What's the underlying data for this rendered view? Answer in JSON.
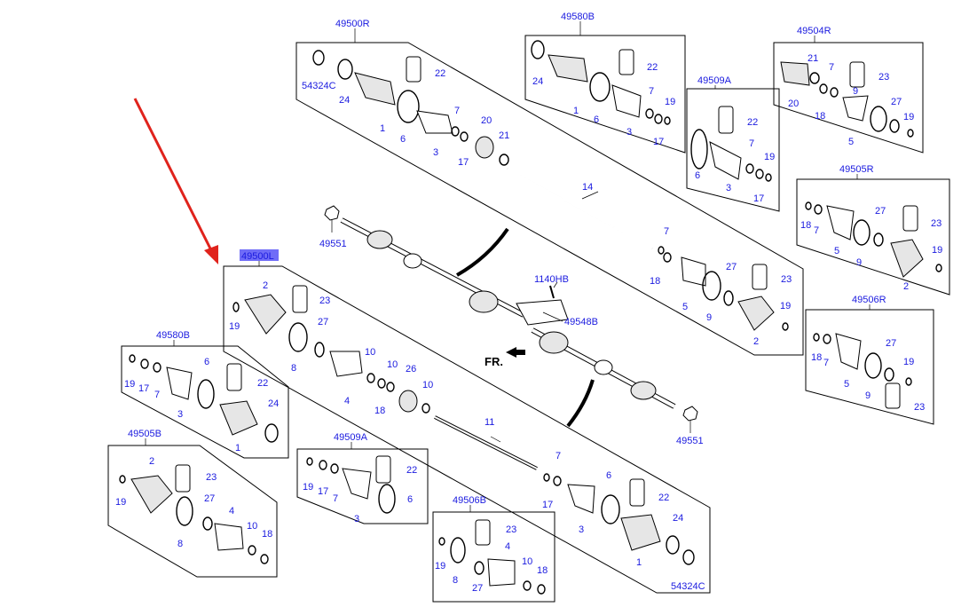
{
  "colors": {
    "label": "#1a1adf",
    "highlight": "#6f6cf7",
    "arrow": "#e0231c",
    "line": "#000000"
  },
  "groups": {
    "g49500R": "49500R",
    "g49580B_top": "49580B",
    "g49504R": "49504R",
    "g49509A_top": "49509A",
    "g49505R": "49505R",
    "g49506R": "49506R",
    "g49500L": "49500L",
    "g49580B_left": "49580B",
    "g49505B": "49505B",
    "g49509A_bottom": "49509A",
    "g49506B": "49506B"
  },
  "labels": {
    "p1": "1",
    "p2": "2",
    "p3": "3",
    "p4": "4",
    "p5": "5",
    "p6": "6",
    "p7": "7",
    "p8": "8",
    "p9": "9",
    "p10": "10",
    "p11": "11",
    "p14": "14",
    "p17": "17",
    "p18": "18",
    "p19": "19",
    "p20": "20",
    "p21": "21",
    "p22": "22",
    "p23": "23",
    "p24": "24",
    "p26": "26",
    "p27": "27",
    "p54324C": "54324C",
    "p49551": "49551",
    "p1140HB": "1140HB",
    "p49548B": "49548B"
  },
  "direction": "FR."
}
